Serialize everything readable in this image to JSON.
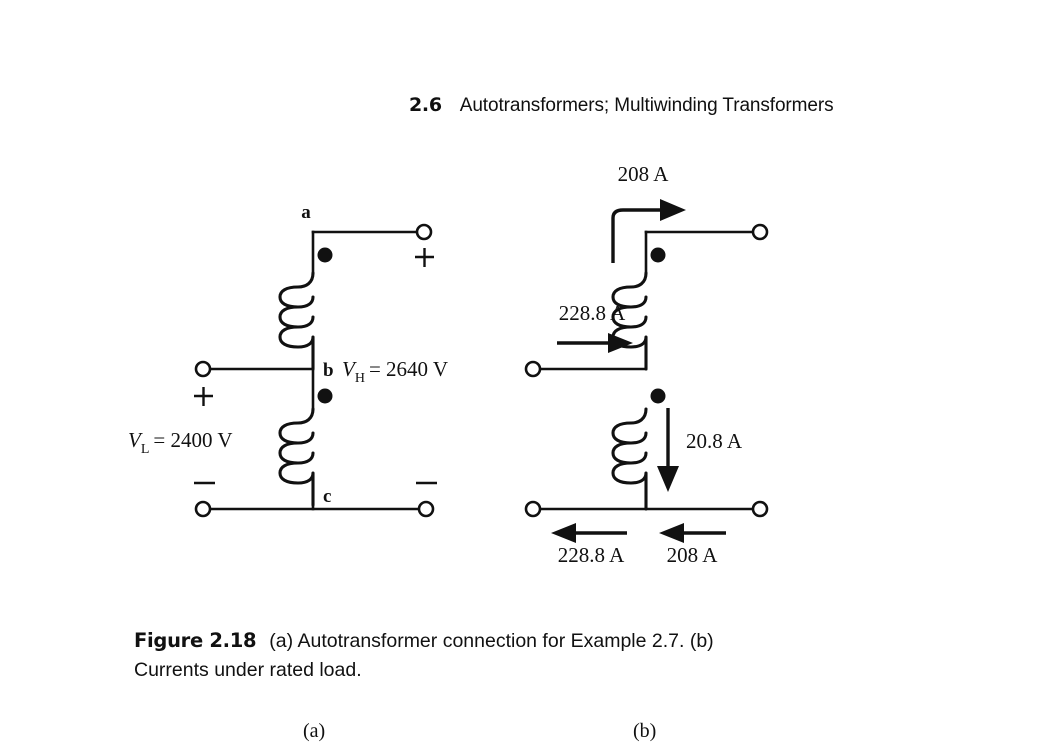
{
  "header": {
    "section_number": "2.6",
    "section_title": "Autotransformers; Multiwinding Transformers"
  },
  "figure": {
    "caption_title": "Figure 2.18",
    "caption_body": "(a) Autotransformer connection for Example 2.7. (b) Currents under rated load.",
    "sublabel_a": "(a)",
    "sublabel_b": "(b)"
  },
  "circuit_a": {
    "node_a": "a",
    "node_b": "b",
    "node_c": "c",
    "vh_label": "V",
    "vh_sub": "H",
    "vh_value": "= 2640 V",
    "vl_label": "V",
    "vl_sub": "L",
    "vl_value": "= 2400 V",
    "plus_left": "+",
    "minus_left": "−",
    "plus_right": "+",
    "minus_right": "−"
  },
  "circuit_b": {
    "top_current": "208 A",
    "left_current": "228.8 A",
    "series_current": "20.8 A",
    "bottom_left_current": "228.8 A",
    "bottom_right_current": "208 A"
  },
  "colors": {
    "ink": "#111111",
    "background": "#ffffff"
  }
}
